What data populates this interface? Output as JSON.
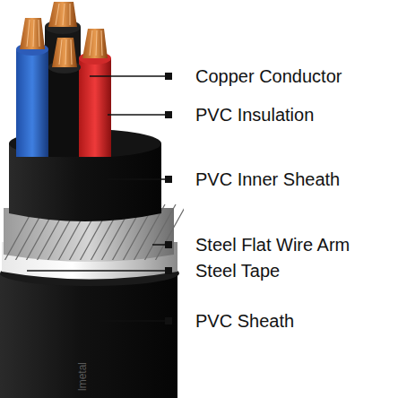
{
  "diagram": {
    "labels": [
      "Copper Conductor",
      "PVC Insulation",
      "PVC Inner Sheath",
      "Steel Flat Wire Arm",
      "Steel Tape",
      "PVC Sheath",
      "lmetal"
    ]
  }
}
